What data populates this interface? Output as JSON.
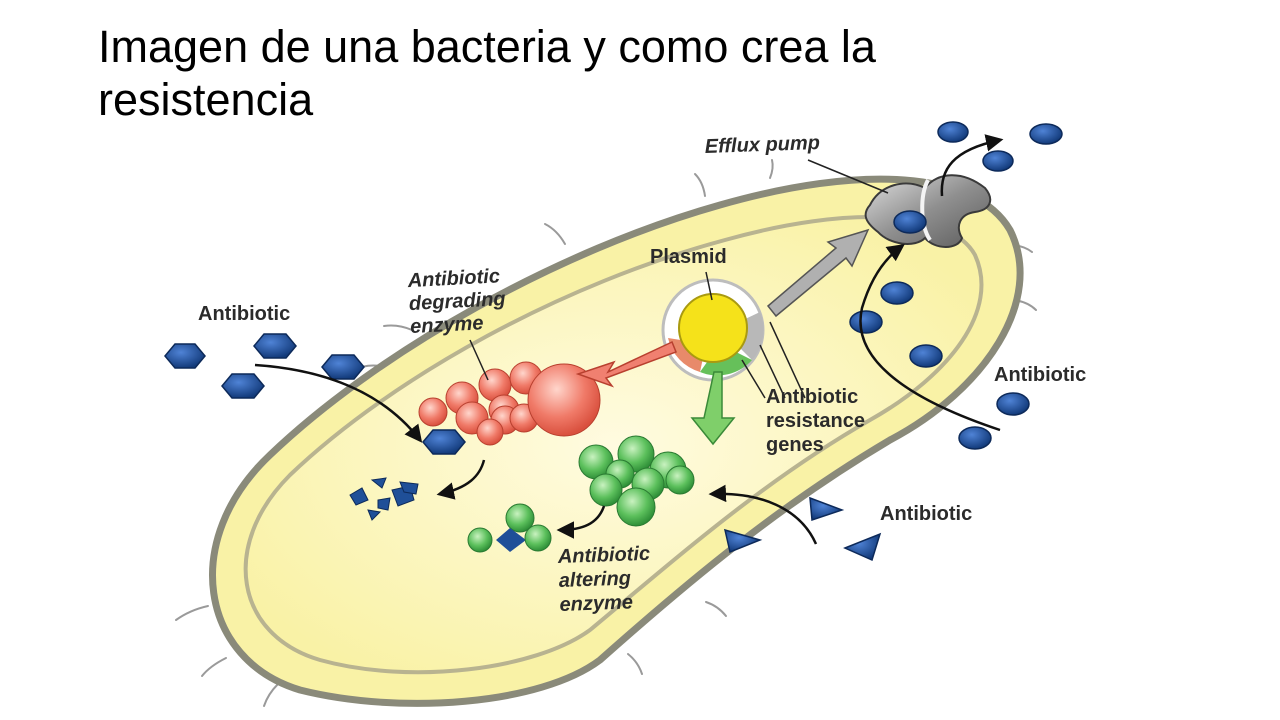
{
  "slide": {
    "title_line1": "Imagen de una bacteria y como crea la",
    "title_line2": "resistencia"
  },
  "diagram": {
    "labels": {
      "efflux_pump": "Efflux pump",
      "plasmid": "Plasmid",
      "antibiotic_left": "Antibiotic",
      "antibiotic_right": "Antibiotic",
      "antibiotic_bottom": "Antibiotic",
      "degrading_enzyme_line1": "Antibiotic",
      "degrading_enzyme_line2": "degrading",
      "degrading_enzyme_line3": "enzyme",
      "resistance_genes_line1": "Antibiotic",
      "resistance_genes_line2": "resistance",
      "resistance_genes_line3": "genes",
      "altering_enzyme_line1": "Antibiotic",
      "altering_enzyme_line2": "altering",
      "altering_enzyme_line3": "enzyme"
    },
    "colors": {
      "cell_fill": "#f9f2a6",
      "cell_outline": "#8a8a7a",
      "antibiotic": "#1f4f98",
      "degrading_enzyme": "#f08070",
      "altering_enzyme": "#5cc05c",
      "plasmid_core": "#f5e21a",
      "efflux_pump": "#9a9a9a"
    }
  }
}
